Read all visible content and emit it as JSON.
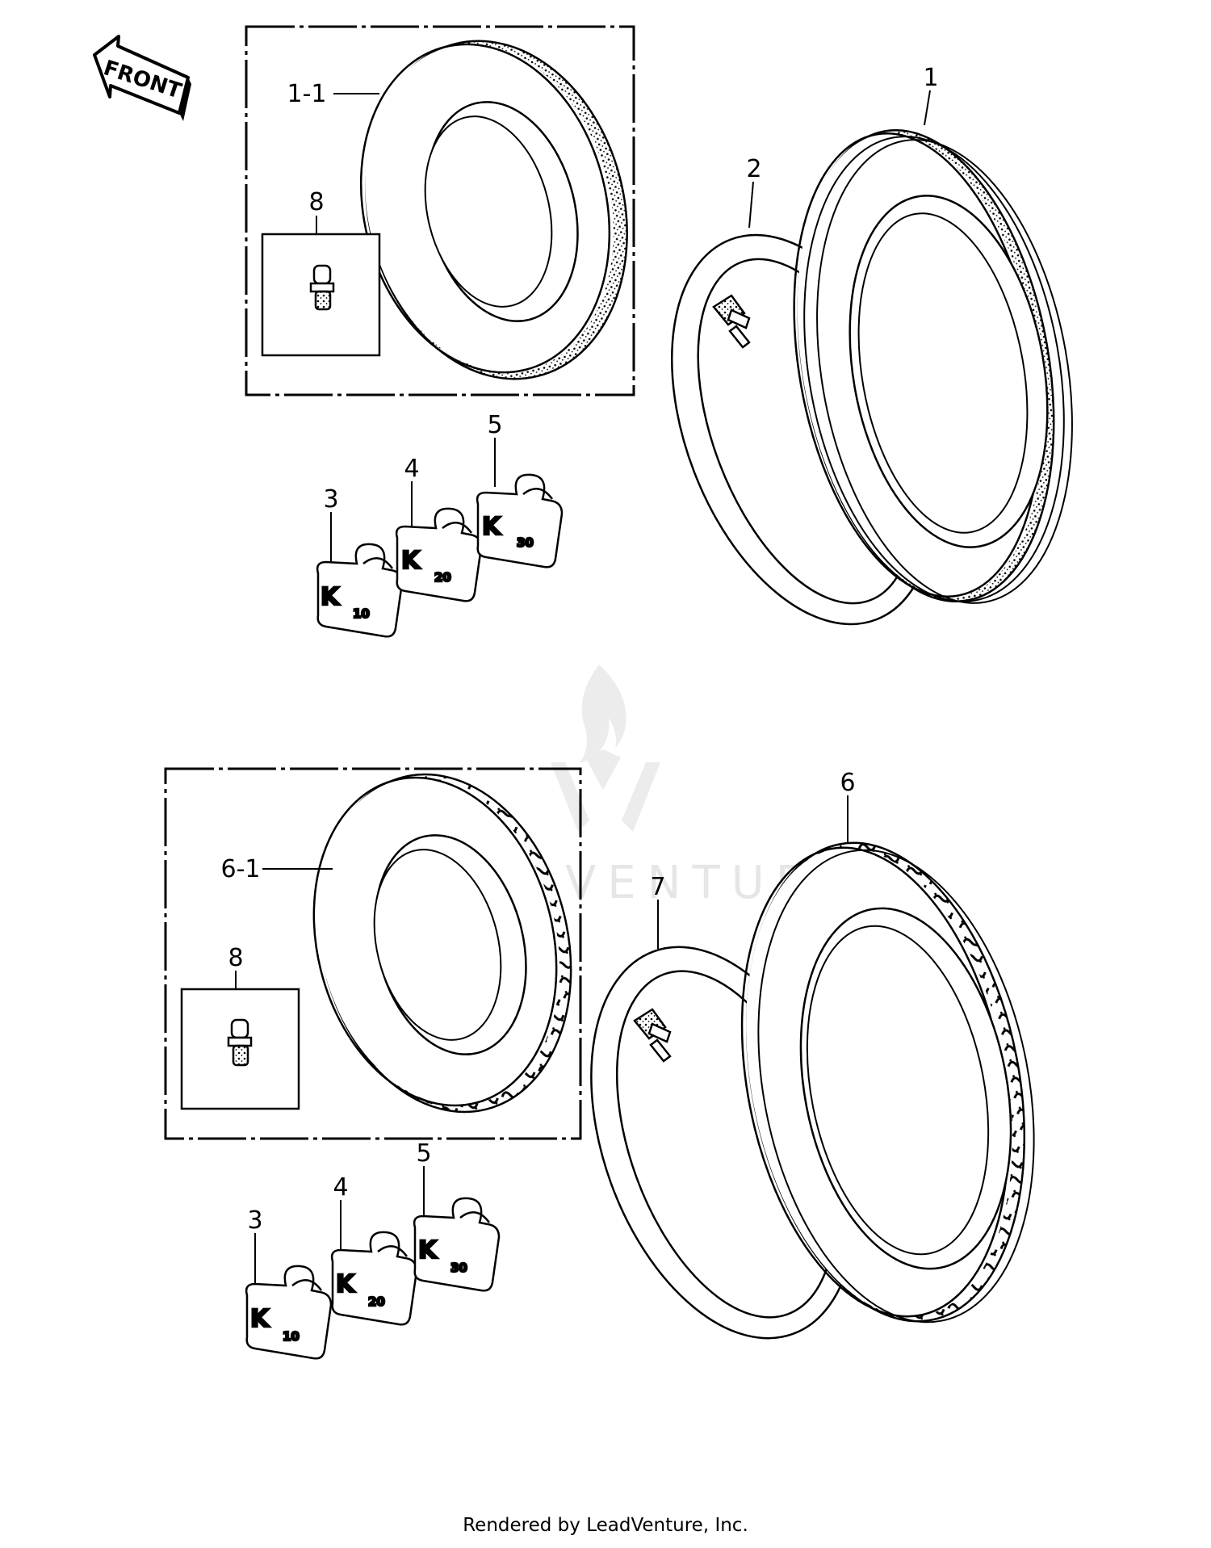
{
  "front_arrow": "FRONT",
  "callouts": {
    "c1": "1",
    "c1_1": "1-1",
    "c2": "2",
    "c3a": "3",
    "c4a": "4",
    "c5a": "5",
    "c8a": "8",
    "c6": "6",
    "c6_1": "6-1",
    "c7": "7",
    "c3b": "3",
    "c4b": "4",
    "c5b": "5",
    "c8b": "8"
  },
  "weights": {
    "k": "K",
    "w10": "10",
    "w20": "20",
    "w30": "30"
  },
  "watermark": "LEADVENTURE",
  "footer": "Rendered by LeadVenture, Inc."
}
